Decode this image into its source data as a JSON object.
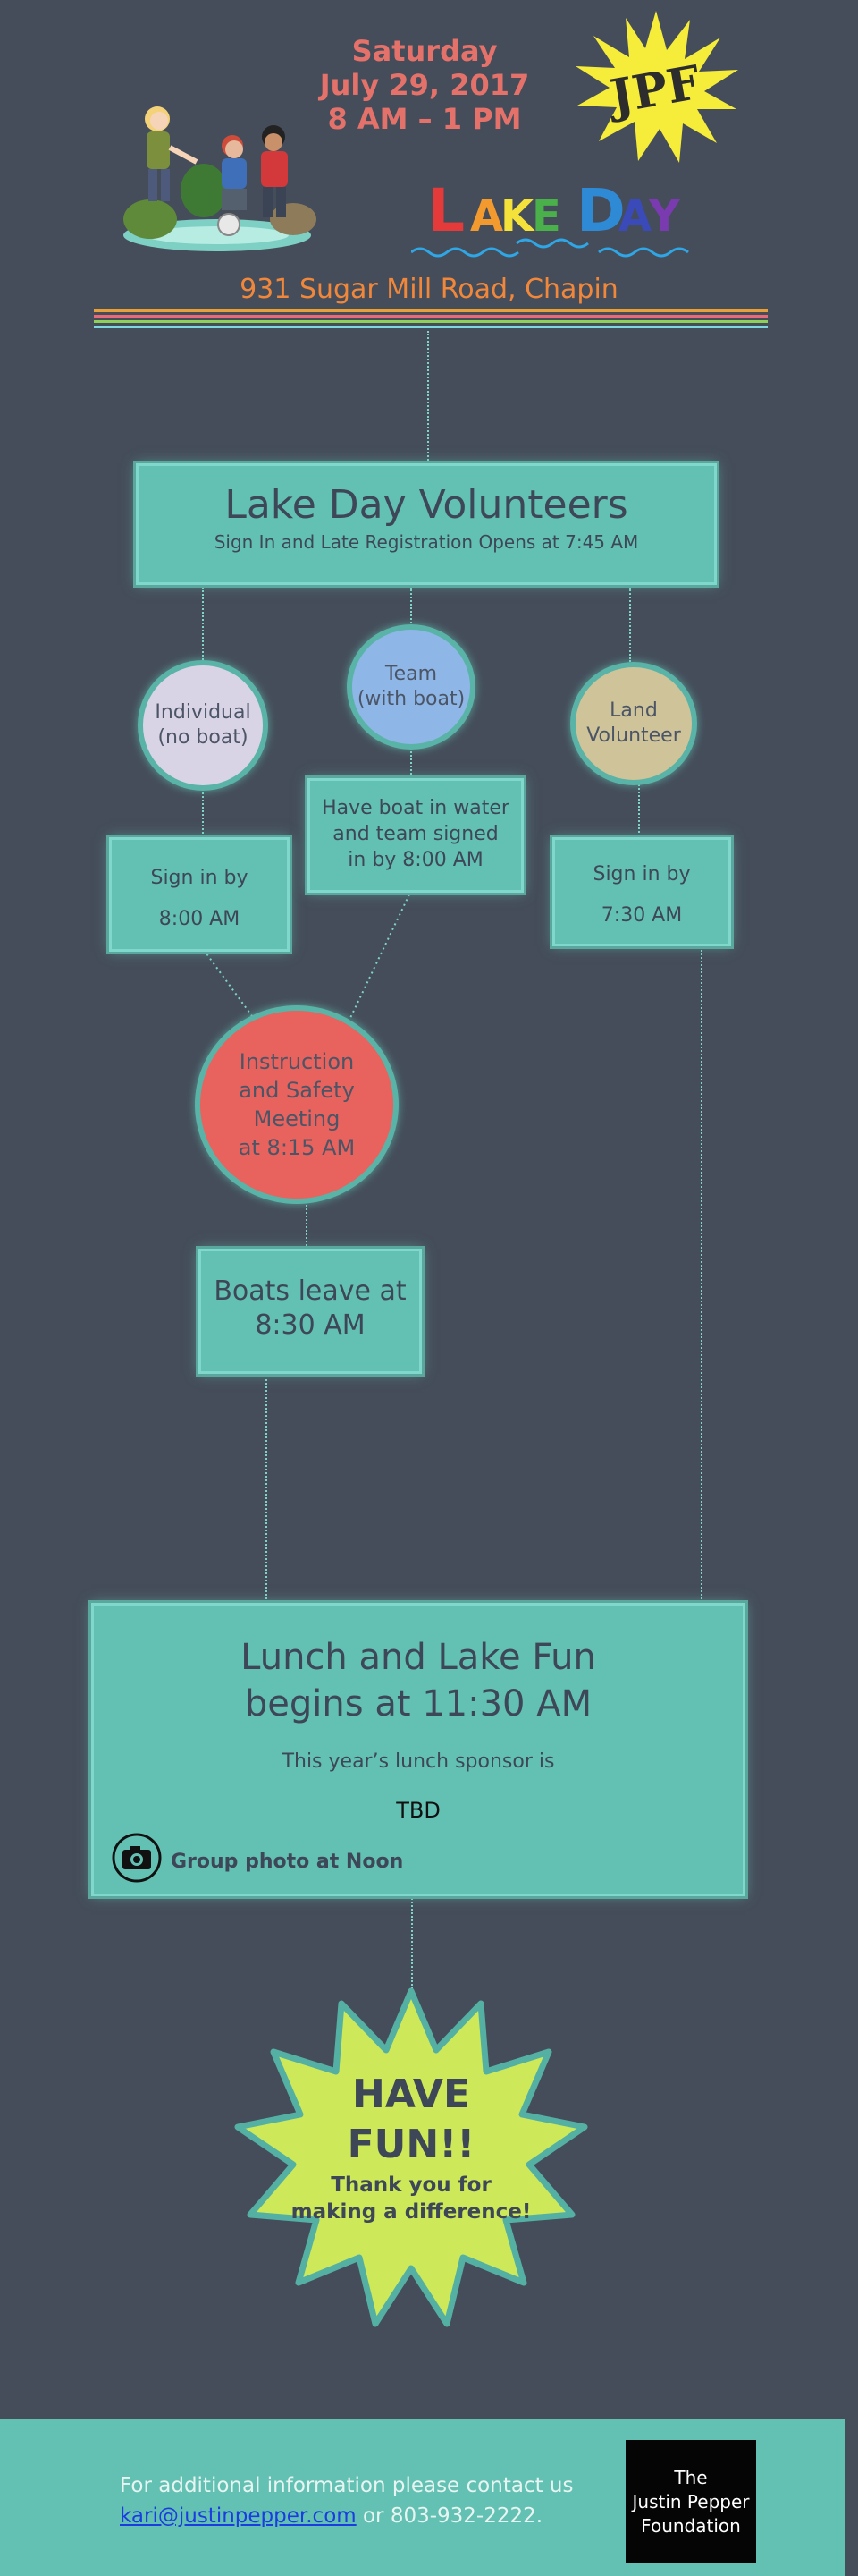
{
  "colors": {
    "background": "#454d5a",
    "teal": "#63c1b4",
    "coral": "#e5726a",
    "orange": "#f0873a",
    "yellow": "#f6ec3a",
    "lime": "#cde95a",
    "lavender": "#d9d3e6",
    "blue": "#8eb6e6",
    "tan": "#cfc39a",
    "red": "#e8625e"
  },
  "header": {
    "date_line1": "Saturday",
    "date_line2": "July 29, 2017",
    "date_line3": "8 AM – 1 PM",
    "logo_text": "JPF",
    "event_title_parts": [
      "L",
      "A",
      "K",
      "E",
      " ",
      "D",
      "A",
      "Y"
    ],
    "address": "931 Sugar Mill Road, Chapin"
  },
  "volunteers": {
    "title": "Lake Day Volunteers",
    "subtitle": "Sign In and Late Registration Opens at 7:45 AM"
  },
  "individual": {
    "line1": "Individual",
    "line2": "(no boat)"
  },
  "team": {
    "line1": "Team",
    "line2": "(with boat)"
  },
  "land": {
    "line1": "Land",
    "line2": "Volunteer"
  },
  "individual_signin": {
    "line1": "Sign in by",
    "line2": "8:00 AM"
  },
  "team_signin": {
    "line1": "Have boat in water",
    "line2": "and team signed",
    "line3": "in by 8:00 AM"
  },
  "land_signin": {
    "line1": "Sign in by",
    "line2": "7:30 AM"
  },
  "meeting": {
    "line1": "Instruction",
    "line2": "and Safety",
    "line3": "Meeting",
    "line4": "at 8:15 AM"
  },
  "boats": {
    "line1": "Boats leave at",
    "line2": "8:30 AM"
  },
  "lunch": {
    "line1": "Lunch and Lake Fun",
    "line2": "begins at 11:30 AM",
    "sponsor_label": "This year’s lunch sponsor is",
    "sponsor_value": "TBD",
    "photo_note": "Group photo at Noon"
  },
  "fun": {
    "line1": "HAVE",
    "line2": "FUN!!",
    "line3": "Thank you for",
    "line4": "making a difference!"
  },
  "footer": {
    "text1": "For additional information please contact us",
    "email": "kari@justinpepper.com",
    "text2": " or 803-932-2222.",
    "org_line1": "The",
    "org_line2": "Justin Pepper",
    "org_line3": "Foundation"
  }
}
